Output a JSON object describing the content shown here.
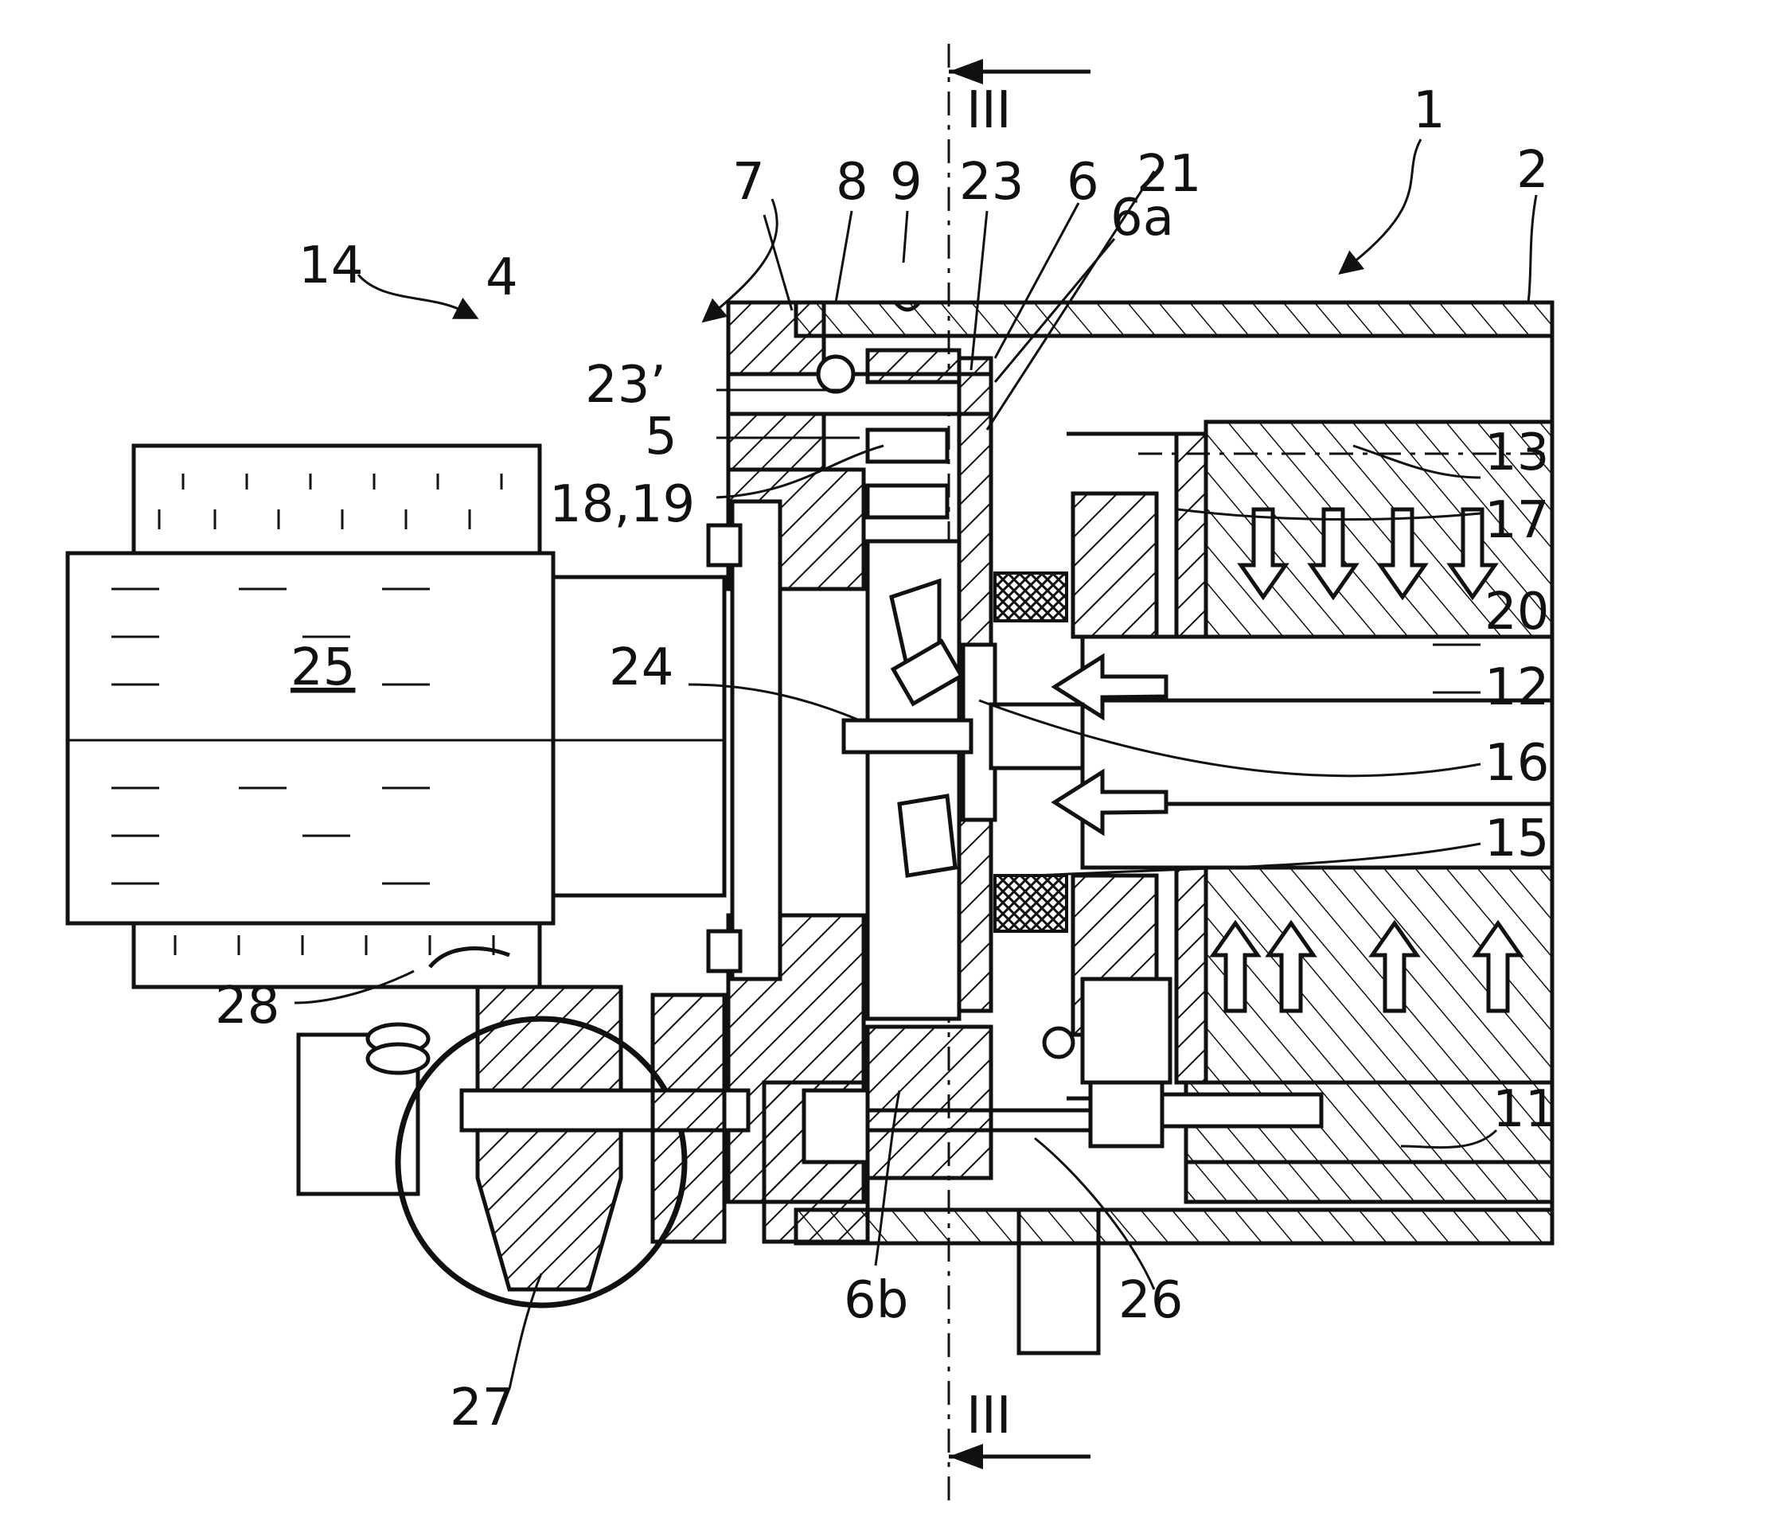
{
  "section_marks": {
    "top": "III",
    "bottom": "III"
  },
  "labels": {
    "l1": "1",
    "l2": "2",
    "l4": "4",
    "l5": "5",
    "l6": "6",
    "l6a": "6a",
    "l6b": "6b",
    "l7": "7",
    "l8": "8",
    "l9": "9",
    "l11": "11",
    "l12": "12",
    "l13": "13",
    "l14": "14",
    "l15": "15",
    "l16": "16",
    "l17": "17",
    "l1819": "18,19",
    "l20": "20",
    "l21": "21",
    "l23": "23",
    "l23p": "23’",
    "l24": "24",
    "l25": "25",
    "l26": "26",
    "l27": "27",
    "l28": "28"
  }
}
